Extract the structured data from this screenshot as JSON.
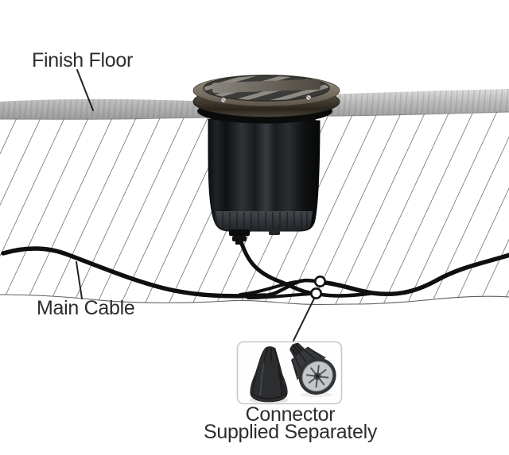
{
  "labels": {
    "finish_floor": "Finish Floor",
    "main_cable": "Main Cable",
    "connector_line1": "Connector",
    "connector_line2": "Supplied Separately"
  },
  "connector_detail": {
    "icons": [
      "wire-nut-side-icon",
      "wire-nut-face-icon"
    ]
  },
  "colors": {
    "background": "#ffffff",
    "text": "#2d2d2d",
    "cable": "#0f0f0f",
    "hatch_line": "#3a3a3a",
    "floor_band": "#bdbdbd",
    "fixture_body": "#1a1d1f",
    "cap_bronze": "#6f6759",
    "connector_box_border": "#c9c9c9",
    "wire_nut_body": "#2d2f31",
    "wire_nut_face": "#c3c7c9"
  }
}
